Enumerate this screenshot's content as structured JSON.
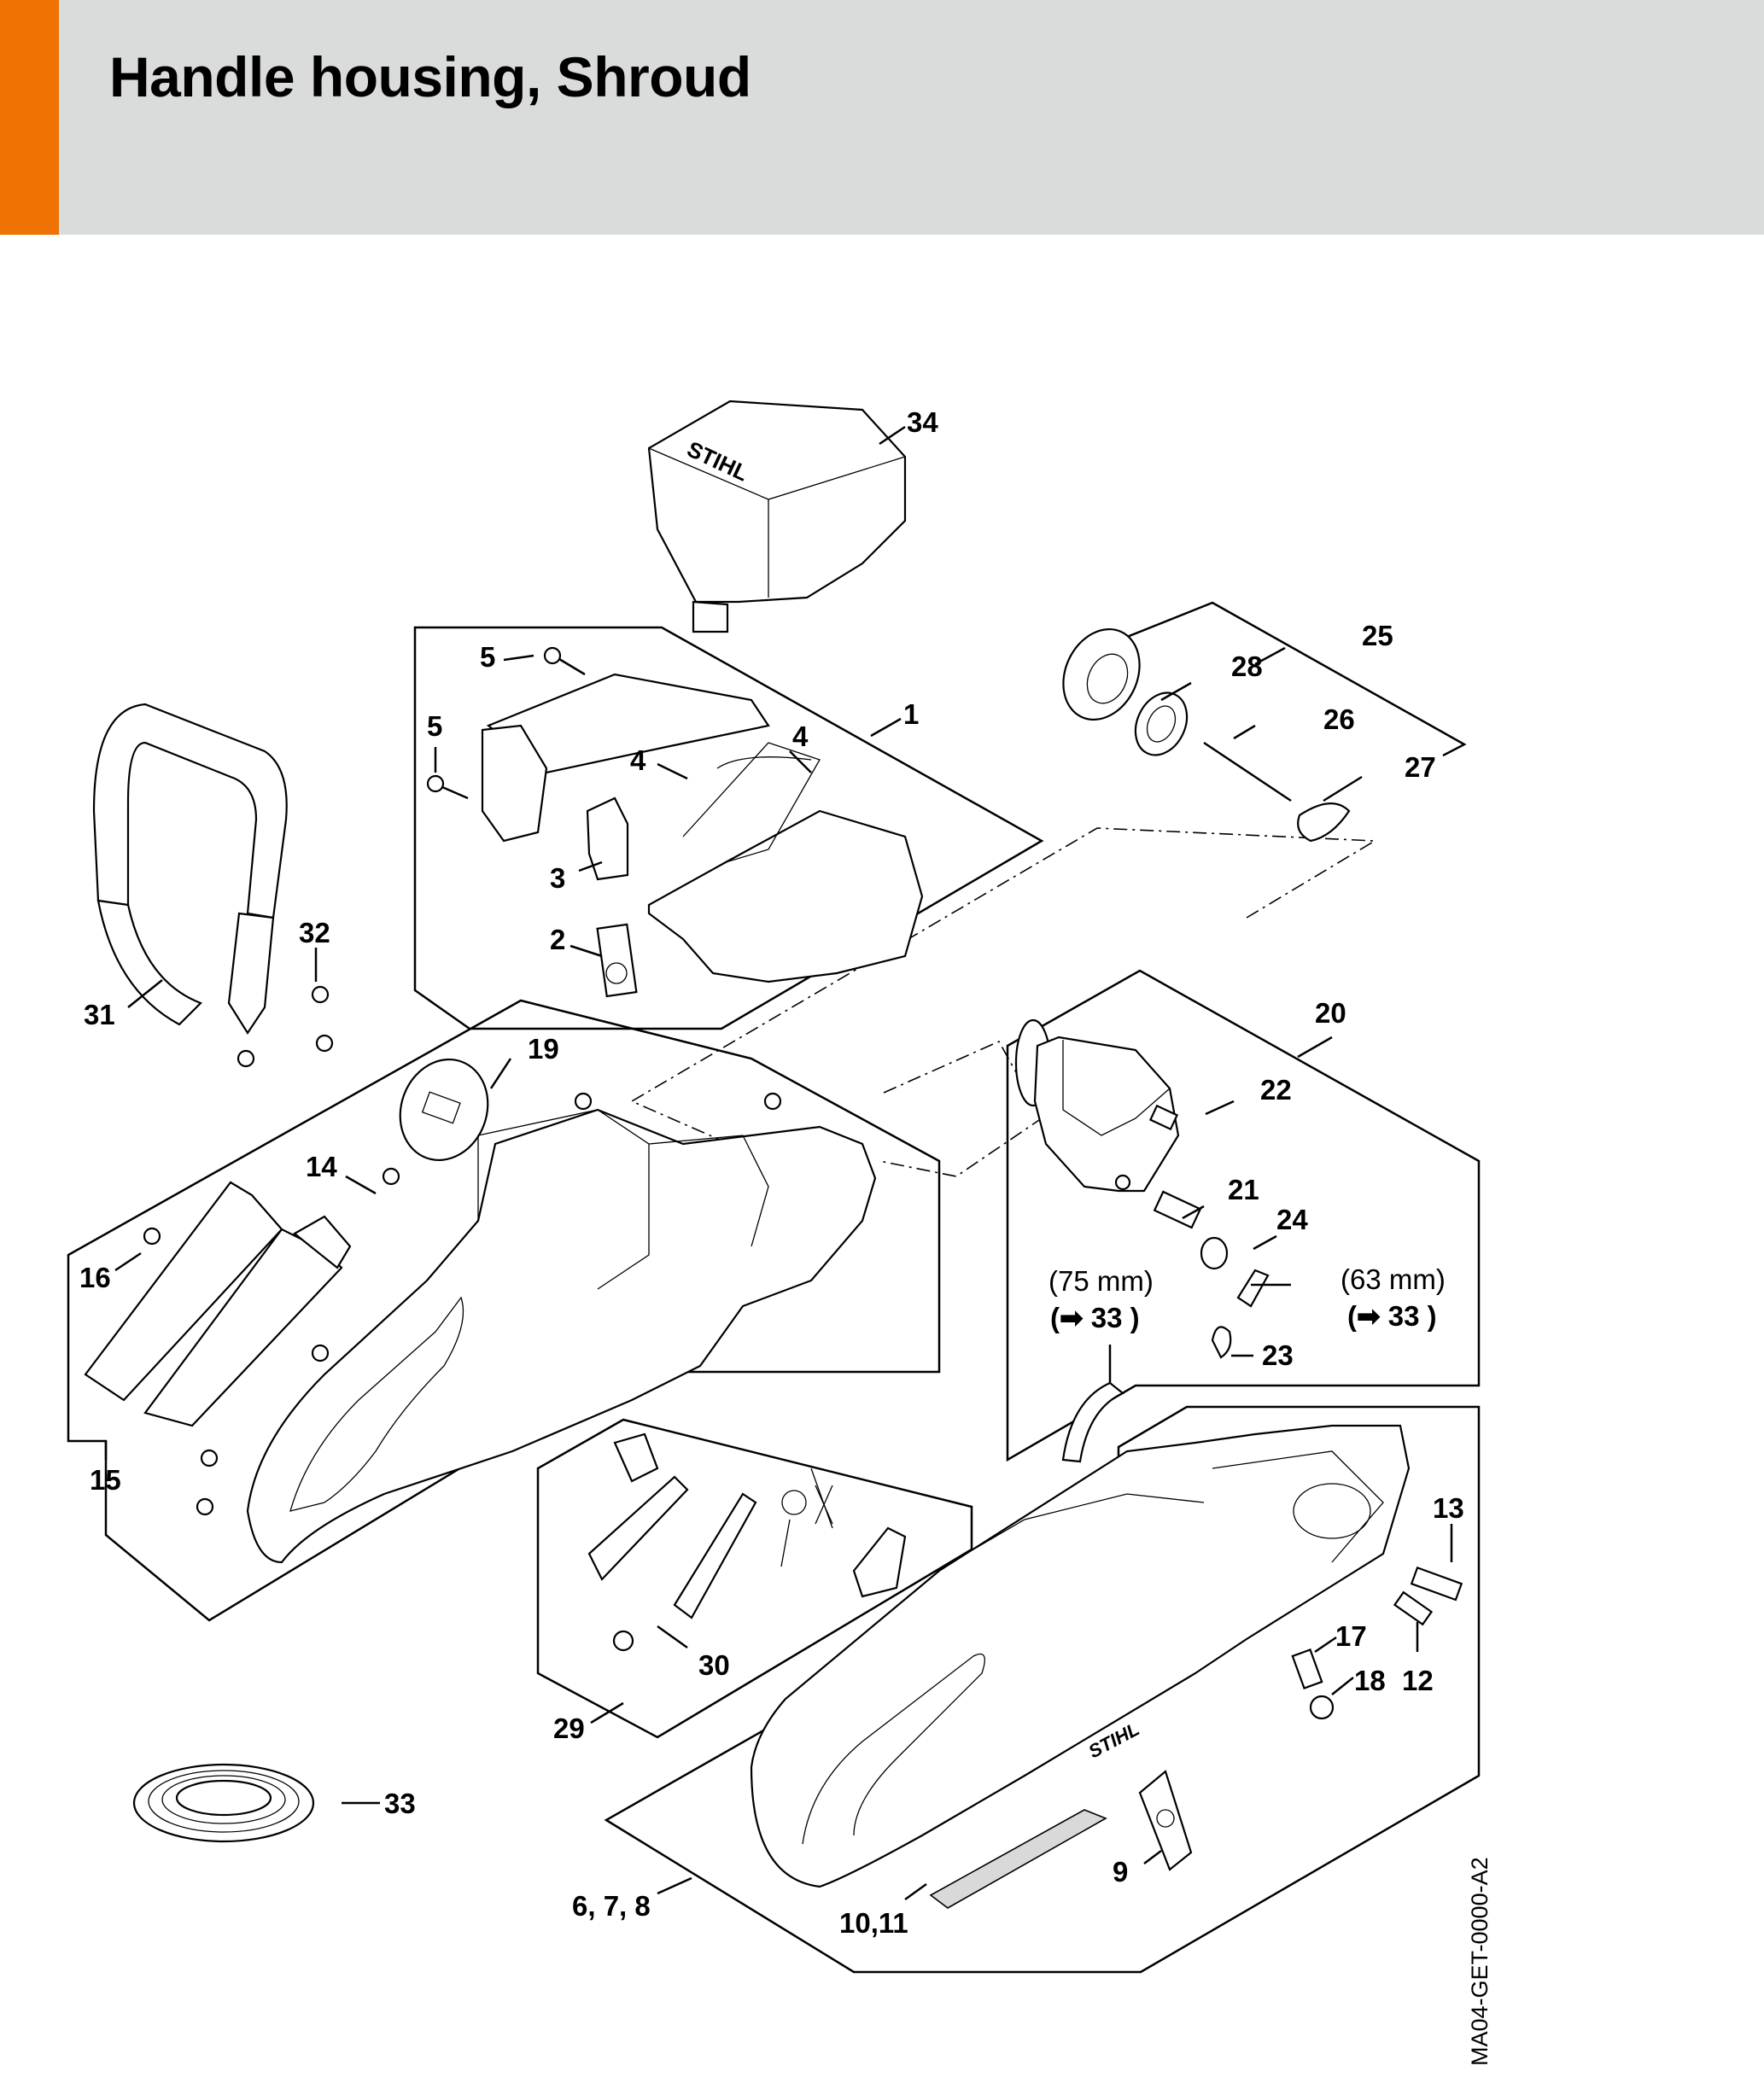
{
  "header": {
    "title": "Handle housing, Shroud",
    "accent_color": "#ef7203",
    "background_color": "#dadbdb"
  },
  "callouts": {
    "c1": "1",
    "c2": "2",
    "c3": "3",
    "c4a": "4",
    "c4b": "4",
    "c5a": "5",
    "c5b": "5",
    "c678": "6, 7, 8",
    "c9": "9",
    "c1011": "10,11",
    "c12": "12",
    "c13": "13",
    "c14": "14",
    "c15": "15",
    "c16": "16",
    "c17": "17",
    "c18": "18",
    "c19": "19",
    "c20": "20",
    "c21": "21",
    "c22": "22",
    "c23": "23",
    "c24": "24",
    "c25": "25",
    "c26": "26",
    "c27": "27",
    "c28": "28",
    "c29": "29",
    "c30": "30",
    "c31": "31",
    "c32": "32",
    "c33": "33",
    "c34": "34"
  },
  "notes": {
    "hose_left_length": "(75 mm)",
    "hose_left_ref": "(➡ 33 )",
    "hose_right_length": "(63 mm)",
    "hose_right_ref": "(➡ 33 )"
  },
  "drawing_ref": "MA04-GET-0000-A2",
  "logo_text": "STIHL"
}
